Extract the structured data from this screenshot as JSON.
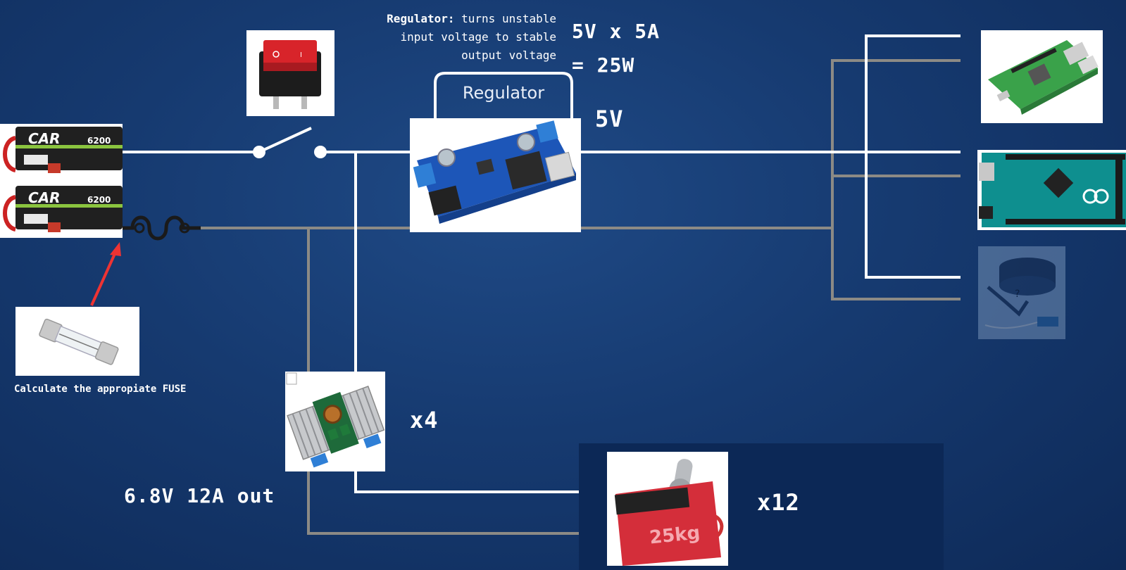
{
  "annotations": {
    "regulator_note_bold": "Regulator:",
    "regulator_note_line1": "turns unstable",
    "regulator_note_line2": "input voltage to stable",
    "regulator_note_line3": "output voltage",
    "power_line1": "5V x 5A",
    "power_line2": "= 25W",
    "regulator_output": "5V",
    "regulator_box_label": "Regulator",
    "fuse_caption": "Calculate the appropiate FUSE",
    "converter_count": "x4",
    "converter_output": "6.8V 12A out",
    "servo_count": "x12",
    "battery_brand": "CAR",
    "battery_capacity": "6200",
    "servo_brand": "25kg",
    "unknown_mark": "?",
    "switch_mark": "I"
  },
  "colors": {
    "positive_wire": "#ffffff",
    "ground_wire": "#8c8a85",
    "fuse_arrow": "#ee3333",
    "background": "#163a70"
  },
  "components": [
    {
      "id": "battery-pack",
      "icon": "lipo-battery"
    },
    {
      "id": "fuse",
      "icon": "glass-fuse"
    },
    {
      "id": "power-switch",
      "icon": "rocker-switch"
    },
    {
      "id": "voltage-regulator",
      "icon": "buck-converter-board"
    },
    {
      "id": "step-down-converter",
      "icon": "heatsink-converter"
    },
    {
      "id": "servo-motor",
      "icon": "servo"
    },
    {
      "id": "raspberry-pi",
      "icon": "raspberry-pi-board"
    },
    {
      "id": "arduino-mega",
      "icon": "arduino-board"
    },
    {
      "id": "lidar-sensor",
      "icon": "lidar"
    }
  ]
}
